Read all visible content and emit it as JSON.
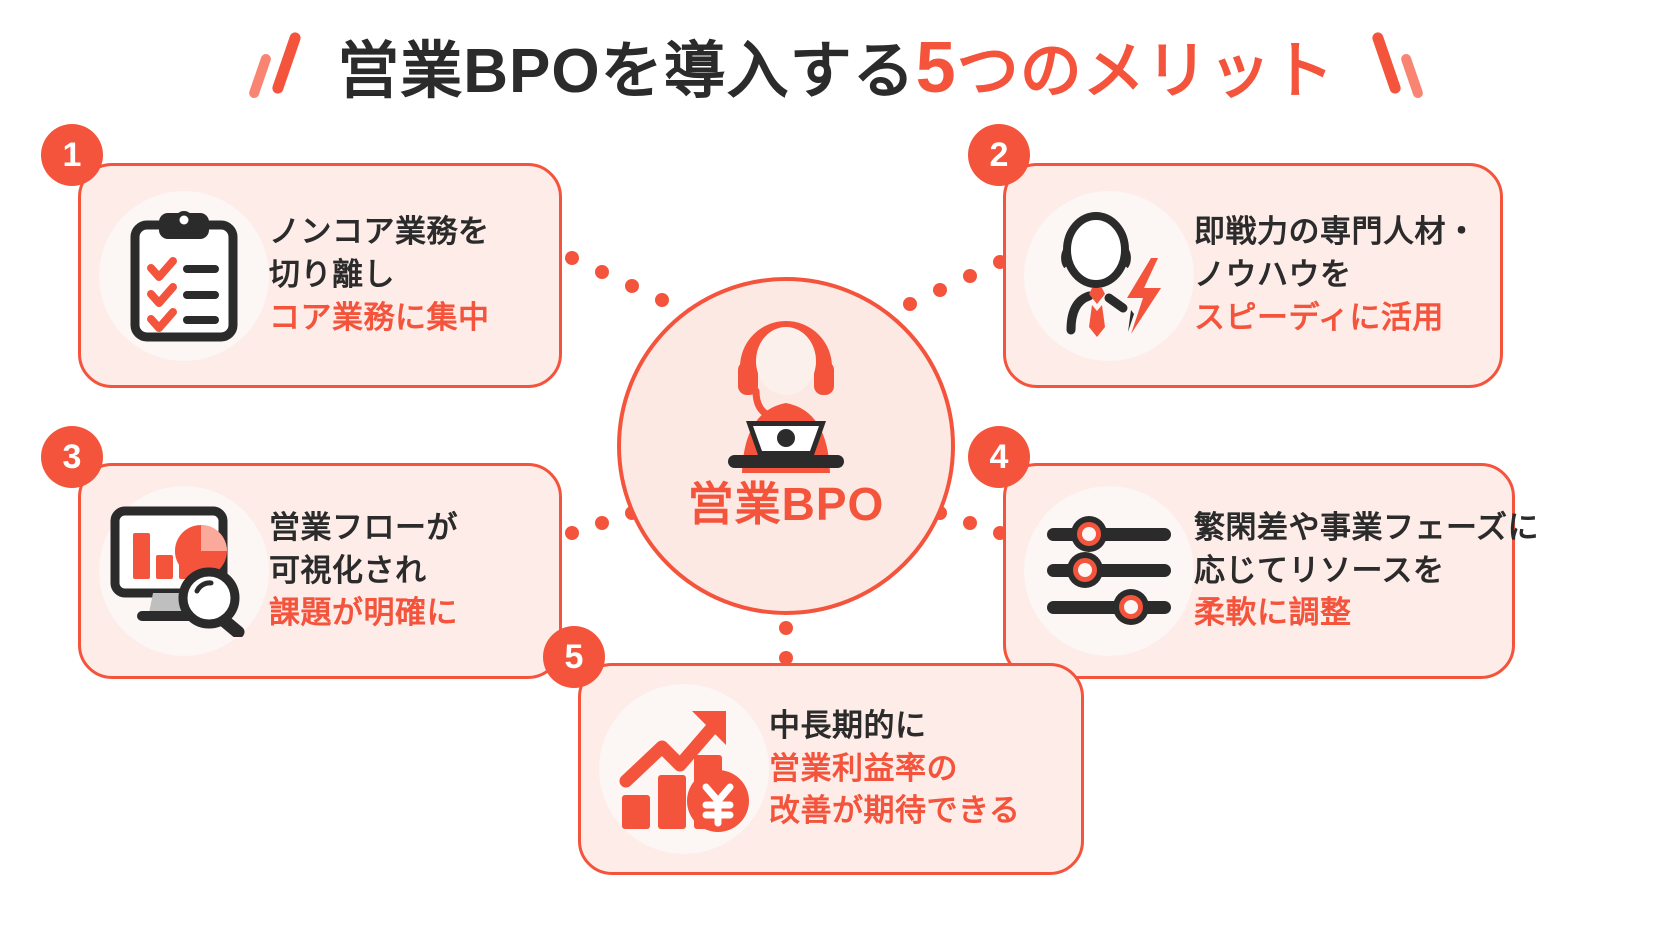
{
  "title": {
    "prefix": "営業BPOを導入する",
    "count": "5",
    "suffix": "つのメリット",
    "decoration_left": "diagonal-slashes",
    "decoration_right": "diagonal-slashes"
  },
  "colors": {
    "accent": "#F4543C",
    "accent_light": "#FA8472",
    "card_bg": "#FDECE8",
    "icon_circle_bg": "#FCF6F4",
    "hub_bg": "#FCE9E4",
    "text_dark": "#2B2B2B",
    "page_bg": "#FFFFFF"
  },
  "hub": {
    "label": "営業BPO",
    "icon": "headset-operator-laptop-icon"
  },
  "cards": [
    {
      "number": "1",
      "icon": "clipboard-checklist-icon",
      "lines": [
        {
          "text": "ノンコア業務を",
          "highlight": false
        },
        {
          "text": "切り離し",
          "highlight": false
        },
        {
          "text": "コア業務に集中",
          "highlight": true
        }
      ]
    },
    {
      "number": "2",
      "icon": "person-tie-lightning-icon",
      "lines": [
        {
          "text": "即戦力の専門人材・",
          "highlight": false
        },
        {
          "text": "ノウハウを",
          "highlight": false
        },
        {
          "text": "スピーディに活用",
          "highlight": true
        }
      ]
    },
    {
      "number": "3",
      "icon": "monitor-chart-magnifier-icon",
      "lines": [
        {
          "text": "営業フローが",
          "highlight": false
        },
        {
          "text": "可視化され",
          "highlight": false
        },
        {
          "text": "課題が明確に",
          "highlight": true
        }
      ]
    },
    {
      "number": "4",
      "icon": "sliders-settings-icon",
      "lines": [
        {
          "text": "繁閑差や事業フェーズに",
          "highlight": false
        },
        {
          "text": "応じてリソースを",
          "highlight": false
        },
        {
          "text": "柔軟に調整",
          "highlight": true
        }
      ]
    },
    {
      "number": "5",
      "icon": "growth-arrow-yen-icon",
      "lines": [
        {
          "text": "中長期的に",
          "highlight": false
        },
        {
          "text": "営業利益率の",
          "highlight": true
        },
        {
          "text": "改善が期待できる",
          "highlight": true
        }
      ]
    }
  ]
}
